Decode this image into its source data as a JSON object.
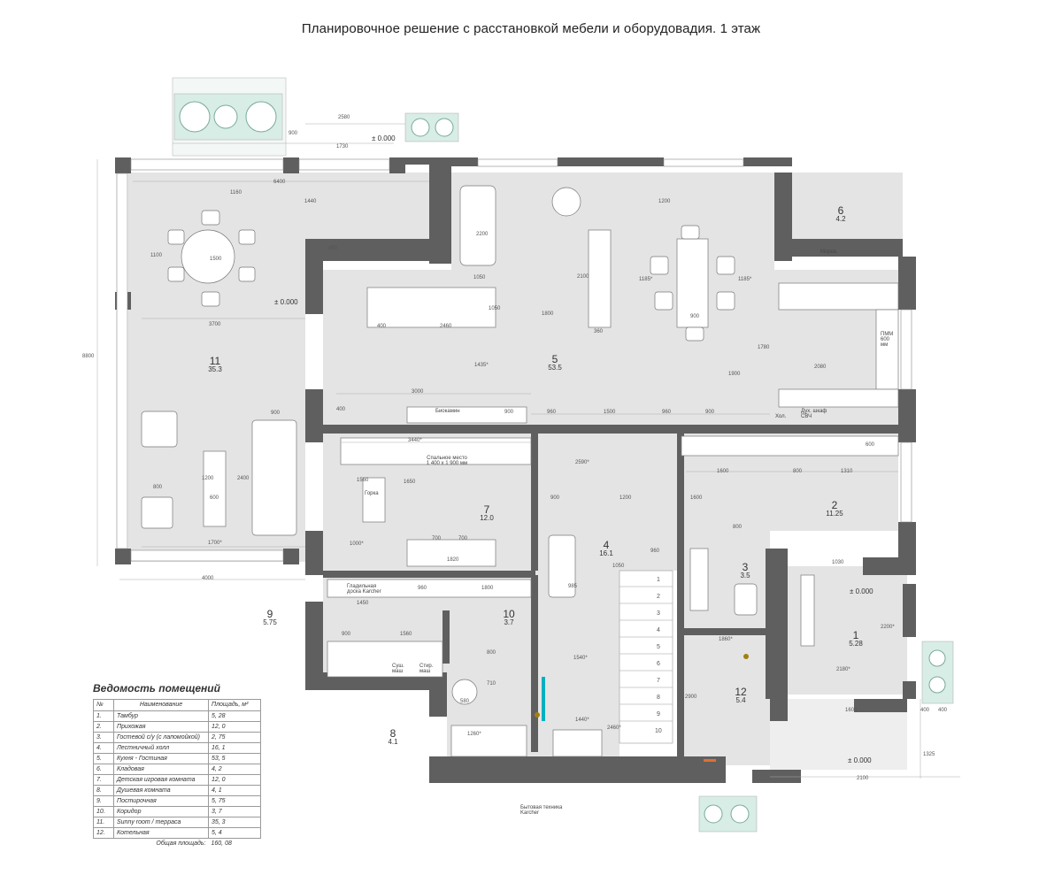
{
  "title": "Планировочное решение с расстановкой мебели и оборудовадия. 1 этаж",
  "rooms": [
    {
      "num": "1",
      "area": "5.28"
    },
    {
      "num": "2",
      "area": "11.25"
    },
    {
      "num": "3",
      "area": "3.5"
    },
    {
      "num": "4",
      "area": "16.1"
    },
    {
      "num": "5",
      "area": "53.5"
    },
    {
      "num": "6",
      "area": "4.2"
    },
    {
      "num": "7",
      "area": "12.0"
    },
    {
      "num": "8",
      "area": "4.1"
    },
    {
      "num": "9",
      "area": "5.75"
    },
    {
      "num": "10",
      "area": "3.7"
    },
    {
      "num": "11",
      "area": "35.3"
    },
    {
      "num": "12",
      "area": "5.4"
    }
  ],
  "dimensions": [
    "2580",
    "1730",
    "900",
    "6400",
    "1160",
    "1440",
    "450",
    "1100",
    "1500",
    "3700",
    "8800",
    "900",
    "2400",
    "1200",
    "800",
    "600",
    "1700*",
    "4000",
    "2200",
    "1050",
    "1800",
    "2100",
    "1185*",
    "1185*",
    "900",
    "1200",
    "360",
    "400",
    "2460",
    "1050",
    "1435*",
    "1900",
    "1780",
    "2080",
    "1500",
    "960",
    "900",
    "900",
    "960",
    "3000",
    "3440*",
    "400",
    "1650",
    "1560",
    "1600",
    "2590*",
    "900",
    "1200",
    "960",
    "1600",
    "800",
    "1310",
    "600",
    "1820",
    "700",
    "700",
    "1450",
    "960",
    "1800",
    "1560",
    "900",
    "800",
    "710",
    "1440*",
    "2460*",
    "1050",
    "985",
    "1540*",
    "1860*",
    "2900",
    "1030",
    "2180*",
    "2200*",
    "1325",
    "2100",
    "1600",
    "400",
    "400",
    "800",
    "1000*",
    "1260*",
    "580"
  ],
  "level_marks": [
    "± 0.000",
    "± 0.000",
    "± 0.000",
    "± 0.000"
  ],
  "annotations": {
    "bioquartz": "Биокамин",
    "bed": "Спальное место\n1 400 х 1 900 мм",
    "garage_label": "Горка",
    "ironing": "Гладильная доска Karcher",
    "washer": "Стир. маш",
    "dryer": "Суш. маш",
    "freezer": "Мороз.",
    "oven": "Дух. шкаф СВЧ",
    "fridge": "Хол.",
    "dishwasher": "ПММ 600 мм",
    "karcher": "Бытовая техника Karcher"
  },
  "stair_steps": [
    "1",
    "2",
    "3",
    "4",
    "5",
    "6",
    "7",
    "8",
    "9",
    "10"
  ],
  "legend": {
    "title": "Ведомость помещений",
    "header": {
      "num": "№",
      "name": "Наименование",
      "area": "Площадь, м²"
    },
    "rows": [
      {
        "num": "1.",
        "name": "Тамбур",
        "area": "5, 28"
      },
      {
        "num": "2.",
        "name": "Прихожая",
        "area": "12, 0"
      },
      {
        "num": "3.",
        "name": "Гостевой с/у  (с лапомойкой)",
        "area": "2, 75"
      },
      {
        "num": "4.",
        "name": "Лестничный холл",
        "area": "16, 1"
      },
      {
        "num": "5.",
        "name": "Кухня - Гостиная",
        "area": "53, 5"
      },
      {
        "num": "6.",
        "name": "Кладовая",
        "area": "4, 2"
      },
      {
        "num": "7.",
        "name": "Детская игровая комната",
        "area": "12, 0"
      },
      {
        "num": "8.",
        "name": "Душевая комната",
        "area": "4, 1"
      },
      {
        "num": "9.",
        "name": "Постирочная",
        "area": "5, 75"
      },
      {
        "num": "10.",
        "name": "Коридор",
        "area": "3, 7"
      },
      {
        "num": "11.",
        "name": "Sunny room / терраса",
        "area": "35, 3"
      },
      {
        "num": "12.",
        "name": "Котельная",
        "area": "5, 4"
      }
    ],
    "total": {
      "name": "Общая площадь:",
      "area": "160, 08"
    }
  },
  "colors": {
    "wall": "#5f5f5f",
    "floor": "#e4e4e4",
    "line": "#9a9a9a",
    "plant": "#d8ede6",
    "accent": "#00b0c0"
  }
}
